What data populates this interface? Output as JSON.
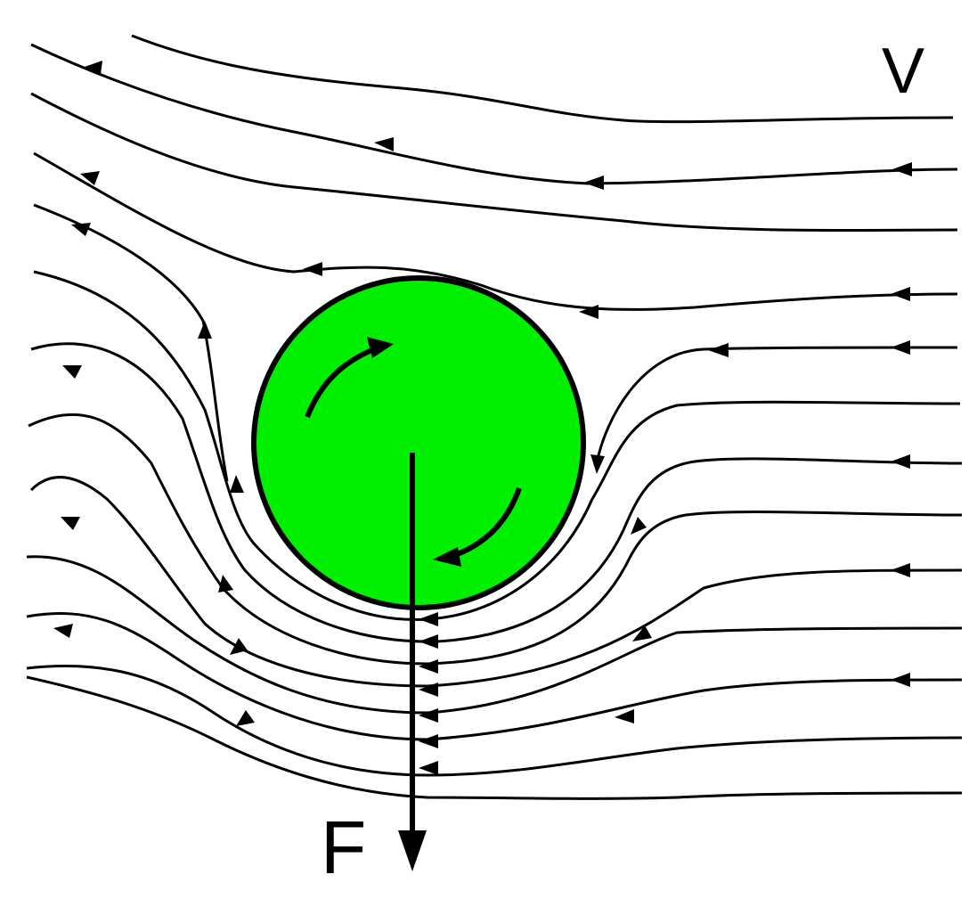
{
  "diagram": {
    "labels": {
      "velocity": "V",
      "force": "F"
    },
    "colors": {
      "cylinder_fill": "#00f000",
      "stroke": "#000000",
      "background": "#ffffff"
    },
    "cylinder_rotation": "clockwise",
    "flow_direction": "right-to-left",
    "force_direction": "down"
  }
}
